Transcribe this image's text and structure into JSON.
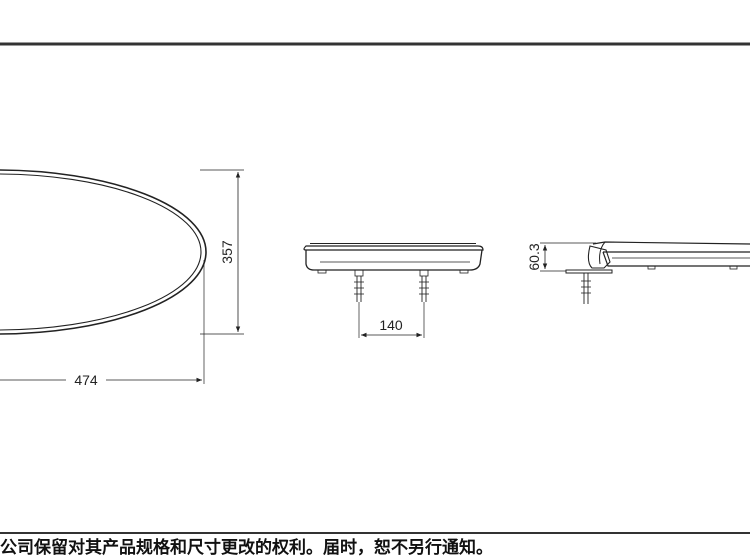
{
  "drawing": {
    "top_view": {
      "width_label": "474",
      "height_label": "357"
    },
    "front_view": {
      "spacing_label": "140"
    },
    "side_view": {
      "height_label": "60.3"
    }
  },
  "disclaimer": "公司保留对其产品规格和尺寸更改的权利。届时，恕不另行通知。",
  "colors": {
    "line": "#222222",
    "frame": "#333333",
    "background": "#ffffff"
  }
}
